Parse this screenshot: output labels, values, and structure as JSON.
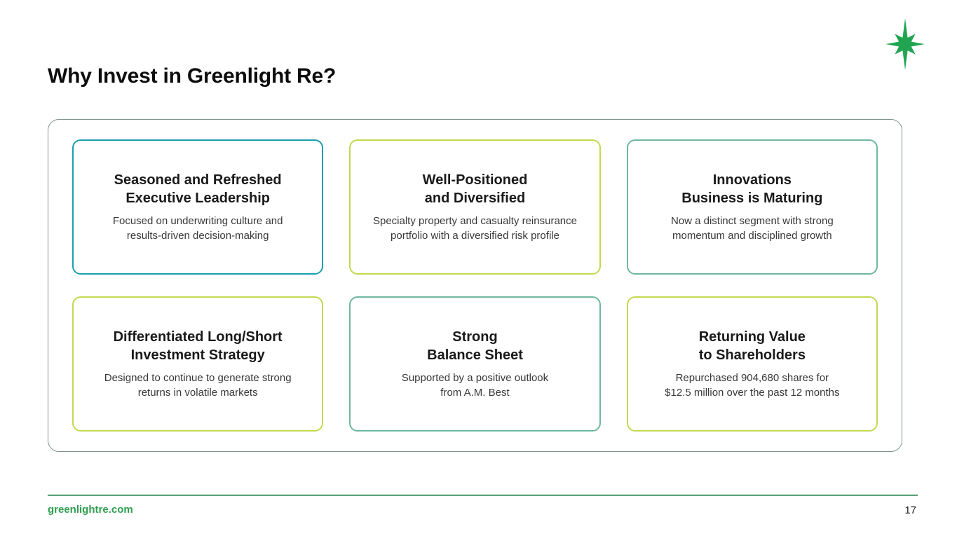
{
  "slide": {
    "title": "Why Invest in Greenlight Re?",
    "footer_url": "greenlightre.com",
    "page_number": "17"
  },
  "logo": {
    "name": "greenlight-re-sparkle-logo",
    "color": "#21a551"
  },
  "colors": {
    "card_border_teal": "#1a9fae",
    "card_border_lime": "#c2d94f",
    "card_border_sage": "#6eb89d",
    "outer_box_border": "#7f968a",
    "footer_line_green": "#56a078",
    "footer_url_green": "#2f9e50"
  },
  "cards": [
    {
      "title_line1": "Seasoned and Refreshed",
      "title_line2": "Executive Leadership",
      "body_line1": "Focused on underwriting culture and",
      "body_line2": "results-driven decision-making",
      "border_color": "#1a9fae"
    },
    {
      "title_line1": "Well-Positioned",
      "title_line2": "and Diversified",
      "body_line1": "Specialty property and casualty reinsurance",
      "body_line2": "portfolio with a diversified risk profile",
      "border_color": "#c2d94f"
    },
    {
      "title_line1": "Innovations",
      "title_line2": "Business is Maturing",
      "body_line1": "Now a distinct segment with strong",
      "body_line2": "momentum and disciplined growth",
      "border_color": "#6eb89d"
    },
    {
      "title_line1": "Differentiated Long/Short",
      "title_line2": "Investment Strategy",
      "body_line1": "Designed to continue to generate strong",
      "body_line2": "returns in volatile markets",
      "border_color": "#c2d94f"
    },
    {
      "title_line1": "Strong",
      "title_line2": "Balance Sheet",
      "body_line1": "Supported by a positive outlook",
      "body_line2": "from A.M. Best",
      "border_color": "#6eb89d"
    },
    {
      "title_line1": "Returning Value",
      "title_line2": "to Shareholders",
      "body_line1": "Repurchased 904,680 shares for",
      "body_line2": "$12.5 million over the past 12 months",
      "border_color": "#c2d94f"
    }
  ]
}
